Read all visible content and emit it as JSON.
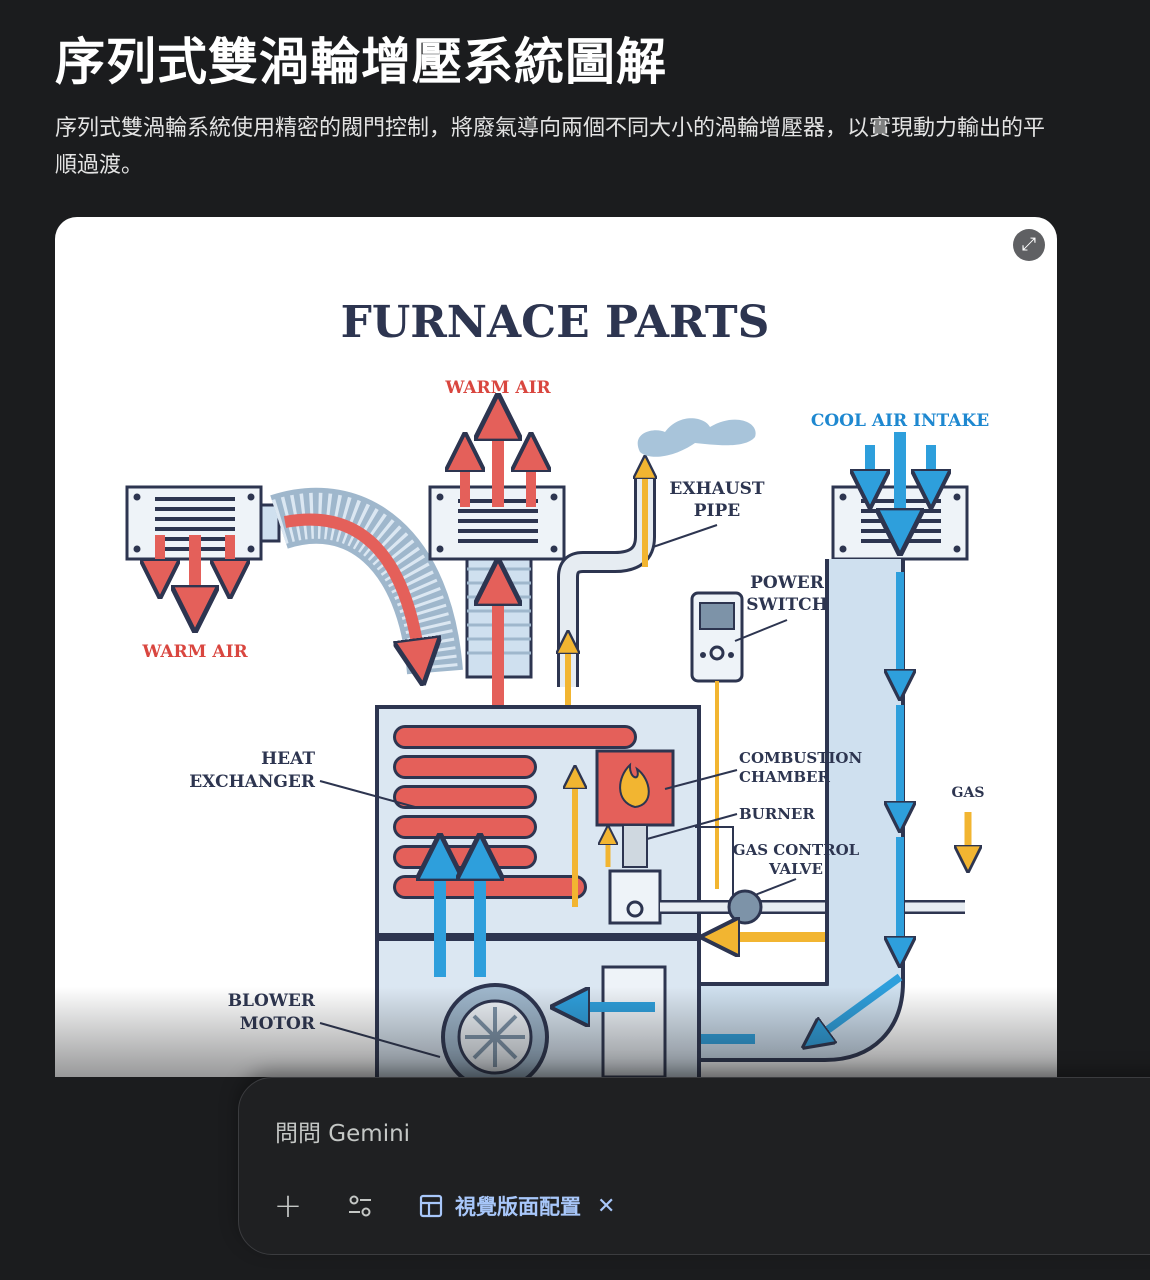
{
  "page": {
    "title": "序列式雙渦輪增壓系統圖解",
    "description": "序列式雙渦輪系統使用精密的閥門控制，將廢氣導向兩個不同大小的渦輪增壓器，以實現動力輸出的平順過渡。"
  },
  "image_card": {
    "expand_icon": "expand-diagonal-icon",
    "diagram": {
      "title": "FURNACE PARTS",
      "labels": {
        "warm_air_top": "WARM AIR",
        "warm_air_left": "WARM AIR",
        "cool_air_intake": "COOL AIR INTAKE",
        "exhaust_pipe_1": "EXHAUST",
        "exhaust_pipe_2": "PIPE",
        "power_switch_1": "POWER",
        "power_switch_2": "SWITCH",
        "heat_exchanger_1": "HEAT",
        "heat_exchanger_2": "EXCHANGER",
        "combustion_chamber_1": "COMBUSTION",
        "combustion_chamber_2": "CHAMBER",
        "burner": "BURNER",
        "gas_control_valve_1": "GAS CONTROL",
        "gas_control_valve_2": "VALVE",
        "gas": "GAS",
        "blower_motor_1": "BLOWER",
        "blower_motor_2": "MOTOR"
      },
      "colors": {
        "warm": "#e4605a",
        "cool": "#2e9fdc",
        "gas": "#f2b531",
        "outline": "#2d3550",
        "duct": "#cfe0ef"
      }
    }
  },
  "chat": {
    "placeholder": "問問 Gemini",
    "plus_icon": "plus-icon",
    "tools_icon": "tune-icon",
    "chip_label": "視覺版面配置",
    "chip_icon": "layout-icon",
    "chip_close_icon": "close-icon"
  }
}
